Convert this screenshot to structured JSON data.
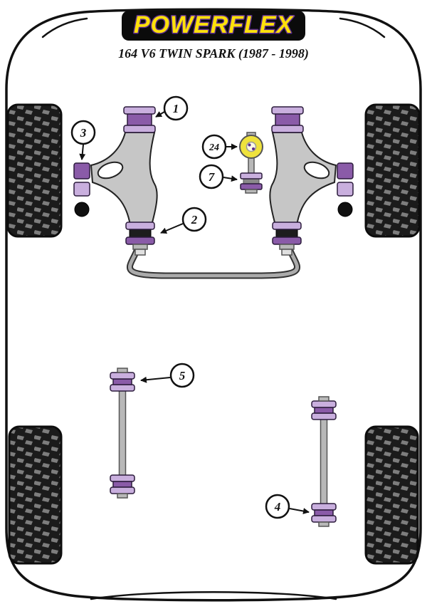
{
  "header": {
    "brand": "POWERFLEX",
    "model": "164 V6 TWIN SPARK (1987 - 1998)"
  },
  "callouts": {
    "front_upper_bush": "1",
    "front_lower_bush": "2",
    "front_inner_bushes": "3",
    "front_droplink_top": "24",
    "front_droplink_bottom": "7",
    "rear_droplink_left": "5",
    "rear_droplink_right": "4"
  },
  "colors": {
    "brand_yellow": "#FFE10A",
    "brand_purple": "#5B2D8E",
    "bushing_purple": "#8A5BA8",
    "bushing_purple_light": "#C9AFDE",
    "bushing_yellow": "#EFE23D",
    "metal_gray": "#B8B8B8",
    "arm_gray": "#C6C6C6"
  }
}
